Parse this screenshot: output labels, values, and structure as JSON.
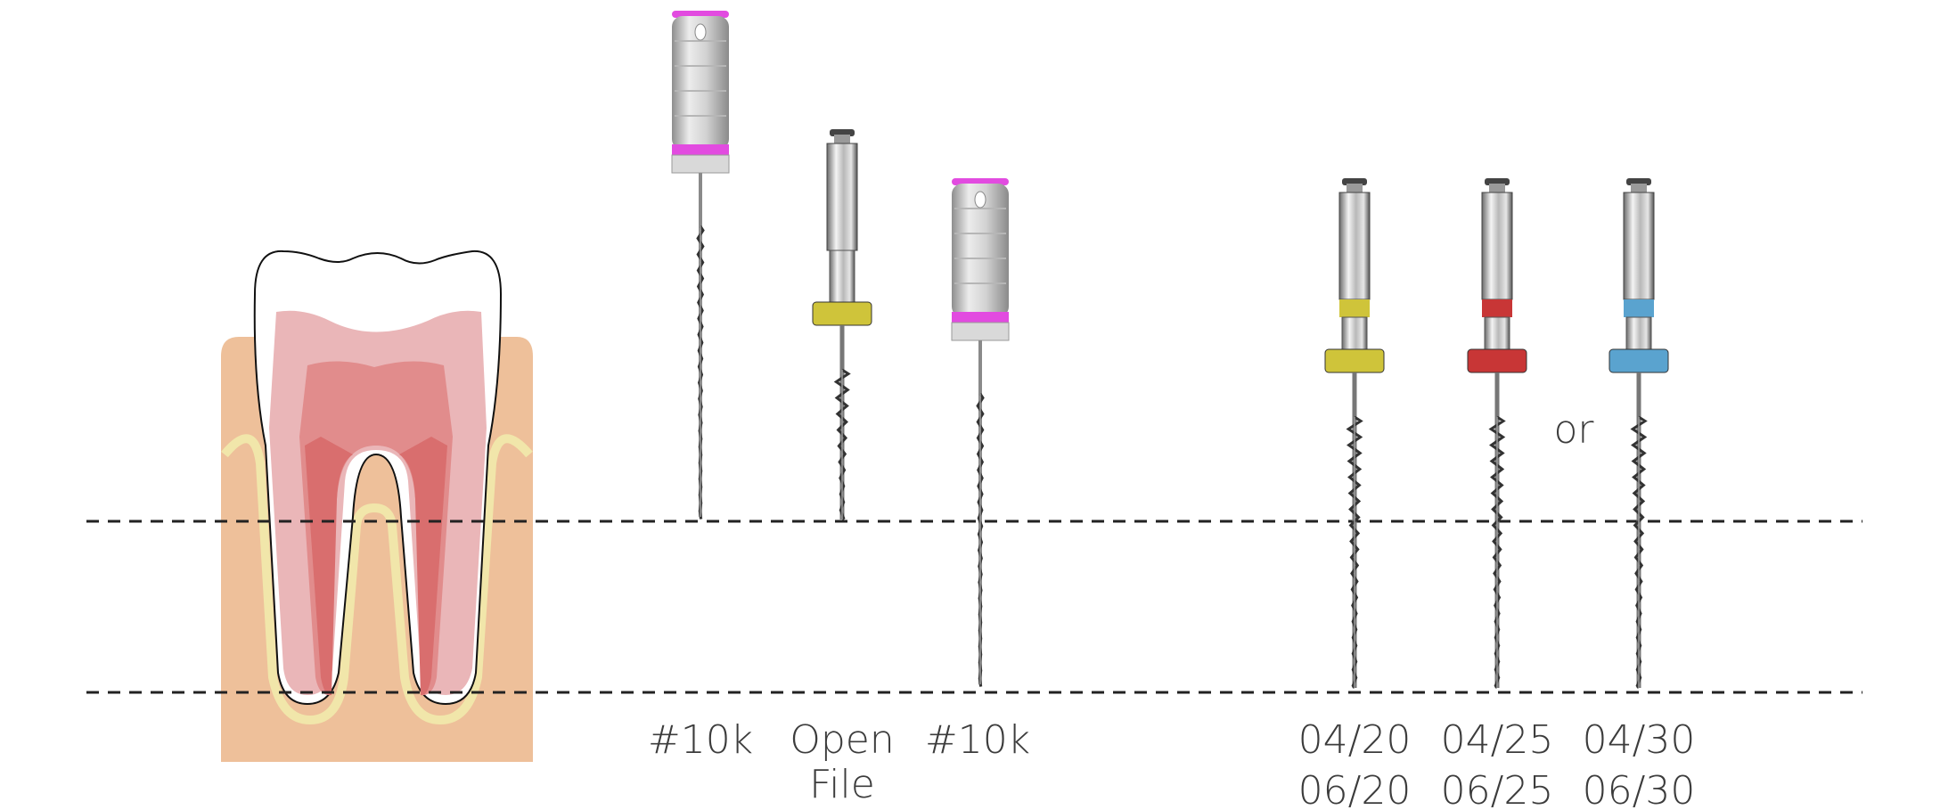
{
  "colors": {
    "gum": "#eec09a",
    "bone_line": "#f1e6aa",
    "crown_outer": "#eab6b8",
    "pulp_mid": "#e18c8c",
    "pulp_inner": "#d96e6e",
    "guide_line": "#222222",
    "handle_accent": "#e24be0",
    "yellow_stopper": "#cfc43a",
    "red_stopper": "#c83636",
    "blue_stopper": "#5aa3cf"
  },
  "instruments": [
    {
      "id": "hand-file-1",
      "kind": "hand-file",
      "accent": "#e24be0",
      "label_lines": [
        "#10k"
      ]
    },
    {
      "id": "open-file",
      "kind": "rotary-file",
      "accent": "#cfc43a",
      "label_lines": [
        "Open",
        "File"
      ]
    },
    {
      "id": "hand-file-2",
      "kind": "hand-file",
      "accent": "#e24be0",
      "label_lines": [
        "#10k"
      ]
    },
    {
      "id": "rotary-yellow",
      "kind": "rotary-file",
      "accent": "#cfc43a",
      "label_lines": [
        "04/20",
        "06/20"
      ]
    },
    {
      "id": "rotary-red",
      "kind": "rotary-file",
      "accent": "#c83636",
      "label_lines": [
        "04/25",
        "06/25"
      ]
    },
    {
      "id": "rotary-blue",
      "kind": "rotary-file",
      "accent": "#5aa3cf",
      "label_lines": [
        "04/30",
        "06/30"
      ]
    }
  ],
  "or_text": "or"
}
